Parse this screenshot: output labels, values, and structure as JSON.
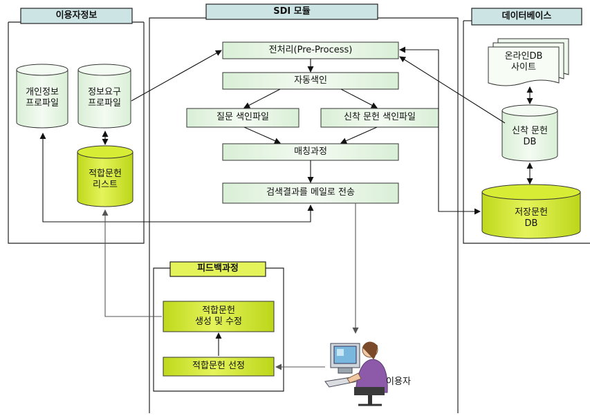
{
  "panels": {
    "user_info": "이용자정보",
    "sdi": "SDI 모듈",
    "database": "데이터베이스",
    "feedback": "피드백과정"
  },
  "sdi_nodes": {
    "preprocess": "전처리(Pre-Process)",
    "auto_index": "자동색인",
    "query_index": "질문 색인파일",
    "new_doc_index": "신착 문헌 색인파일",
    "matching": "매칭과정",
    "send_mail": "검색결과를 메일로 전송"
  },
  "user_info_stores": {
    "personal_profile": "개인정보\n프로파일",
    "info_need_profile": "정보요구\n프로파일",
    "relevant_list": "적합문헌\n리스트"
  },
  "db_stores": {
    "online_db_sites": "온라인DB\n사이트",
    "new_docs_db": "신착 문헌\nDB",
    "saved_docs_db": "저장문헌\nDB"
  },
  "feedback_nodes": {
    "create_edit": "적합문헌\n생성 및 수정",
    "select": "적합문헌 선정"
  },
  "user_label": "이용자",
  "colors": {
    "light_fill": "#eef7ec",
    "lime_fill": "#d7ec34",
    "header_fill": "#cde4e4"
  }
}
